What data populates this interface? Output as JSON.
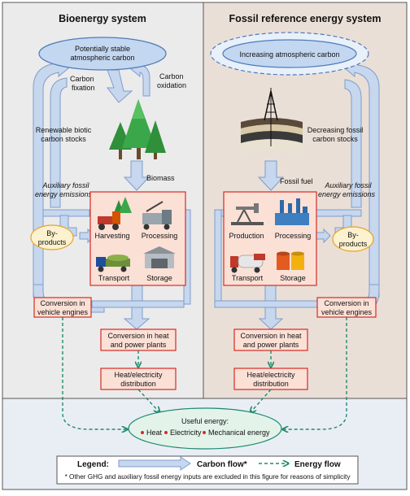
{
  "titles": {
    "left": "Bioenergy system",
    "right": "Fossil reference energy system"
  },
  "left": {
    "atmosphere": [
      "Potentially stable",
      "atmospheric carbon"
    ],
    "carbon_fixation": [
      "Carbon",
      "fixation"
    ],
    "carbon_oxidation": [
      "Carbon",
      "oxidation"
    ],
    "biotic_stocks": [
      "Renewable biotic",
      "carbon stocks"
    ],
    "feedstock": "Biomass",
    "aux_emissions": [
      "Auxiliary fossil",
      "energy emissions"
    ],
    "byproducts": [
      "By-",
      "products"
    ],
    "activities": [
      "Harvesting",
      "Processing",
      "Transport",
      "Storage"
    ],
    "engines": [
      "Conversion in",
      "vehicle engines"
    ],
    "heat_power": [
      "Conversion in heat",
      "and power plants"
    ],
    "distribution": [
      "Heat/electricity",
      "distribution"
    ]
  },
  "right": {
    "atmosphere": "Increasing atmospheric carbon",
    "fossil_stocks": [
      "Decreasing fossil",
      "carbon stocks"
    ],
    "feedstock": "Fossil fuel",
    "aux_emissions": [
      "Auxiliary fossil",
      "energy emissions"
    ],
    "byproducts": [
      "By-",
      "products"
    ],
    "activities": [
      "Production",
      "Processing",
      "Transport",
      "Storage"
    ],
    "engines": [
      "Conversion in",
      "vehicle engines"
    ],
    "heat_power": [
      "Conversion in heat",
      "and power plants"
    ],
    "distribution": [
      "Heat/electricity",
      "distribution"
    ]
  },
  "useful_energy": {
    "title": "Useful energy:",
    "items": [
      "Heat",
      "Electricity",
      "Mechanical energy"
    ]
  },
  "legend": {
    "label": "Legend:",
    "carbon_flow": "Carbon flow*",
    "energy_flow": "Energy flow",
    "footnote": "* Other GHG and auxiliary fossil energy inputs are excluded in this figure for reasons of simplicity"
  },
  "colors": {
    "left_panel": "#ebebeb",
    "right_panel": "#eadfd7",
    "bottom_panel": "#e9eef5",
    "carbon_arrow": "#c6d7ee",
    "carbon_arrow_edge": "#7f9ccd",
    "box_fill": "#fbe0d6",
    "box_edge": "#d62b24",
    "energy_flow": "#1f8a6e",
    "ellipse_fill": "#c3d7f0",
    "useful_energy_fill": "#e4f3ea",
    "byproducts_fill": "#fdf2cf",
    "byproducts_edge": "#e6a32a"
  }
}
